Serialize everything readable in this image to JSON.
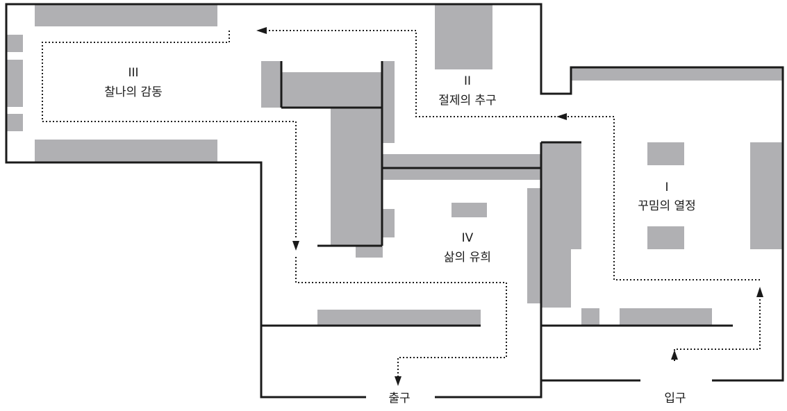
{
  "sections": [
    {
      "id": "s1",
      "numeral": "I",
      "name": "꾸밈의 열정"
    },
    {
      "id": "s2",
      "numeral": "II",
      "name": "절제의 추구"
    },
    {
      "id": "s3",
      "numeral": "III",
      "name": "찰나의 감동"
    },
    {
      "id": "s4",
      "numeral": "IV",
      "name": "삶의 유희"
    }
  ],
  "entrance_label": "입구",
  "exit_label": "출구",
  "colors": {
    "wall": "#1a1a1a",
    "exhibit_block": "#b0b0b3",
    "route": "#1a1a1a",
    "background": "#ffffff"
  }
}
